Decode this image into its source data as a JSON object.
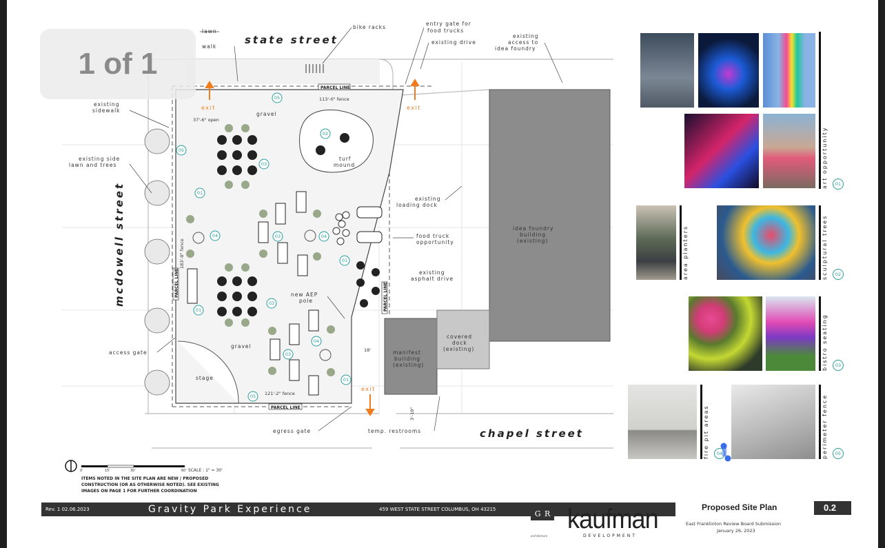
{
  "viewer": {
    "page_counter": "1 of 1"
  },
  "plan": {
    "streets": {
      "north": "state street",
      "west": "mcdowell street",
      "south": "chapel street"
    },
    "callouts": {
      "lawn": "lawn",
      "walk": "walk",
      "bike_racks": "bike racks",
      "entry_gate": "entry gate for food trucks",
      "existing_drive": "existing drive",
      "existing_access": "existing access to idea foundry",
      "existing_sidewalk": "existing sidewalk",
      "side_lawn": "existing side lawn and trees",
      "loading_dock": "existing loading dock",
      "food_truck": "food truck opportunity",
      "asphalt_drive": "existing asphalt drive",
      "aep_pole": "new AEP pole",
      "access_gate": "access gate",
      "egress_gate": "egress gate",
      "temp_restrooms": "temp. restrooms"
    },
    "areas": {
      "gravel_top": "gravel",
      "gravel_bottom": "gravel",
      "turf_mound": "turf mound",
      "stage": "stage",
      "idea_foundry": "idea foundry building (existing)",
      "manifest": "manifest building (existing)",
      "covered_dock": "covered dock (existing)"
    },
    "dimensions": {
      "fence_top": "113'-0\" fence",
      "open": "37'-6\" open",
      "fence_left": "183'-0\" fence",
      "fence_bottom": "121'-2\" fence",
      "gap": "18'",
      "small": "3'-10\""
    },
    "parcel_line": "PARCEL LINE",
    "exit": "exit",
    "scale": {
      "t0": "0'",
      "t1": "15'",
      "t2": "30'",
      "t3": "60'",
      "label": "SCALE : 1\" = 30'"
    },
    "note": [
      "ITEMS NOTED IN THE SITE PLAN ARE NEW / PROPOSED",
      "CONSTRUCTION (OR AS OTHERWISE NOTED). SEE EXISTING",
      "IMAGES ON PAGE 1 FOR FURTHER COORDINATION"
    ]
  },
  "legend": [
    {
      "caption": "art opportunity",
      "num": "01"
    },
    {
      "caption": "area planters",
      "num": ""
    },
    {
      "caption": "sculptural trees",
      "num": "02"
    },
    {
      "caption": "bistro seating",
      "num": "03"
    },
    {
      "caption": "fire pit areas",
      "num": "04"
    },
    {
      "caption": "perimeter fence",
      "num": "05"
    }
  ],
  "title_block": {
    "rev": "Rev. 1  02.06.2023",
    "project": "Gravity Park Experience",
    "address": "459 WEST STATE STREET  COLUMBUS, OH 43215",
    "grad": "G R A D",
    "grad_sub": "architecture",
    "kaufman": "kaufman",
    "kaufman_sub": "DEVELOPMENT",
    "sheet_title": "Proposed Site Plan",
    "sheet_num": "0.2",
    "submission": "East Franklinton Review Board Submission",
    "date": "January 26, 2023"
  },
  "colors": {
    "accent": "#2a9d9d",
    "exit": "#f07c1e",
    "building": "#8c8c8c",
    "titlebar": "#333333"
  }
}
